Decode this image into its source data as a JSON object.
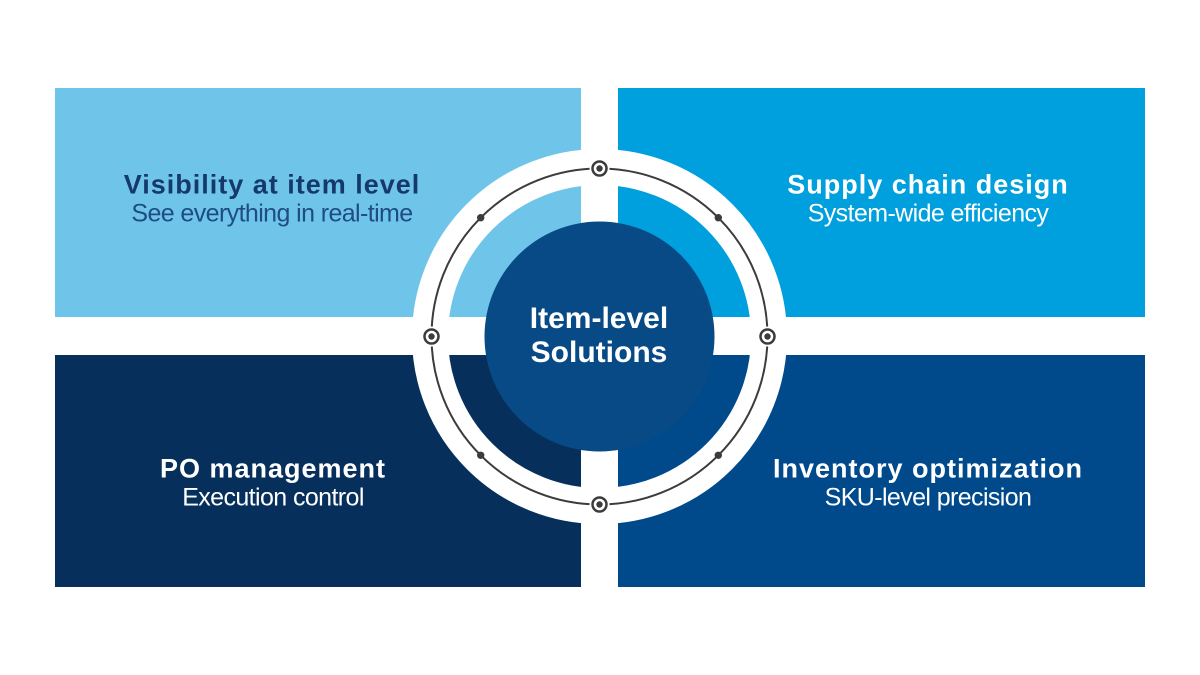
{
  "colors": {
    "light_blue": "#6FC5E9",
    "bright_blue": "#009FDD",
    "navy": "#06305B",
    "royal": "#004A8C",
    "center_circle": "#084A86",
    "ring_line": "#3C3C3C",
    "title_navy": "#16396B",
    "subtitle_navy": "#1E4C84"
  },
  "quadrants": {
    "top_left": {
      "title": "Visibility at item level",
      "subtitle": "See everything in real-time"
    },
    "top_right": {
      "title": "Supply chain design",
      "subtitle": "System-wide efficiency"
    },
    "bottom_left": {
      "title": "PO management",
      "subtitle": "Execution control"
    },
    "bottom_right": {
      "title": "Inventory optimization",
      "subtitle": "SKU-level precision"
    }
  },
  "center": {
    "line1": "Item-level",
    "line2": "Solutions"
  }
}
